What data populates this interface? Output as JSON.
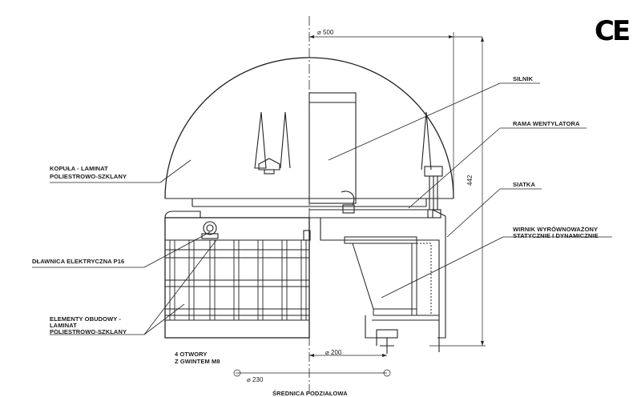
{
  "mark": {
    "ce": "CE"
  },
  "dimensions": {
    "outer_diameter": "⌀ 500",
    "inner_diameter": "⌀ 200",
    "bolt_circle": "⌀ 230",
    "height": "442"
  },
  "labels_right": {
    "motor": "SILNIK",
    "fan_frame": "RAMA WENTYLATORA",
    "mesh": "SIATKA",
    "impeller_line1": "WIRNIK WYRÓWNOWAŻONY",
    "impeller_line2": "STATYCZNIE I DYNAMICZNIE"
  },
  "labels_left": {
    "dome_line1": "KOPUŁA - LAMINAT",
    "dome_line2": "POLIESTROWO-SZKLANY",
    "gland": "DŁAWNICA ELEKTRYCZNA P16",
    "housing_line1": "ELEMENTY OBUDOWY -",
    "housing_line2": "LAMINAT",
    "housing_line3": "POLIESTROWO-SZKLANY"
  },
  "labels_bottom": {
    "holes_line1": "4 OTWORY",
    "holes_line2": "Z GWINTEM M8",
    "pitch_diameter": "ŚREDNICA PODZIAŁOWA"
  }
}
